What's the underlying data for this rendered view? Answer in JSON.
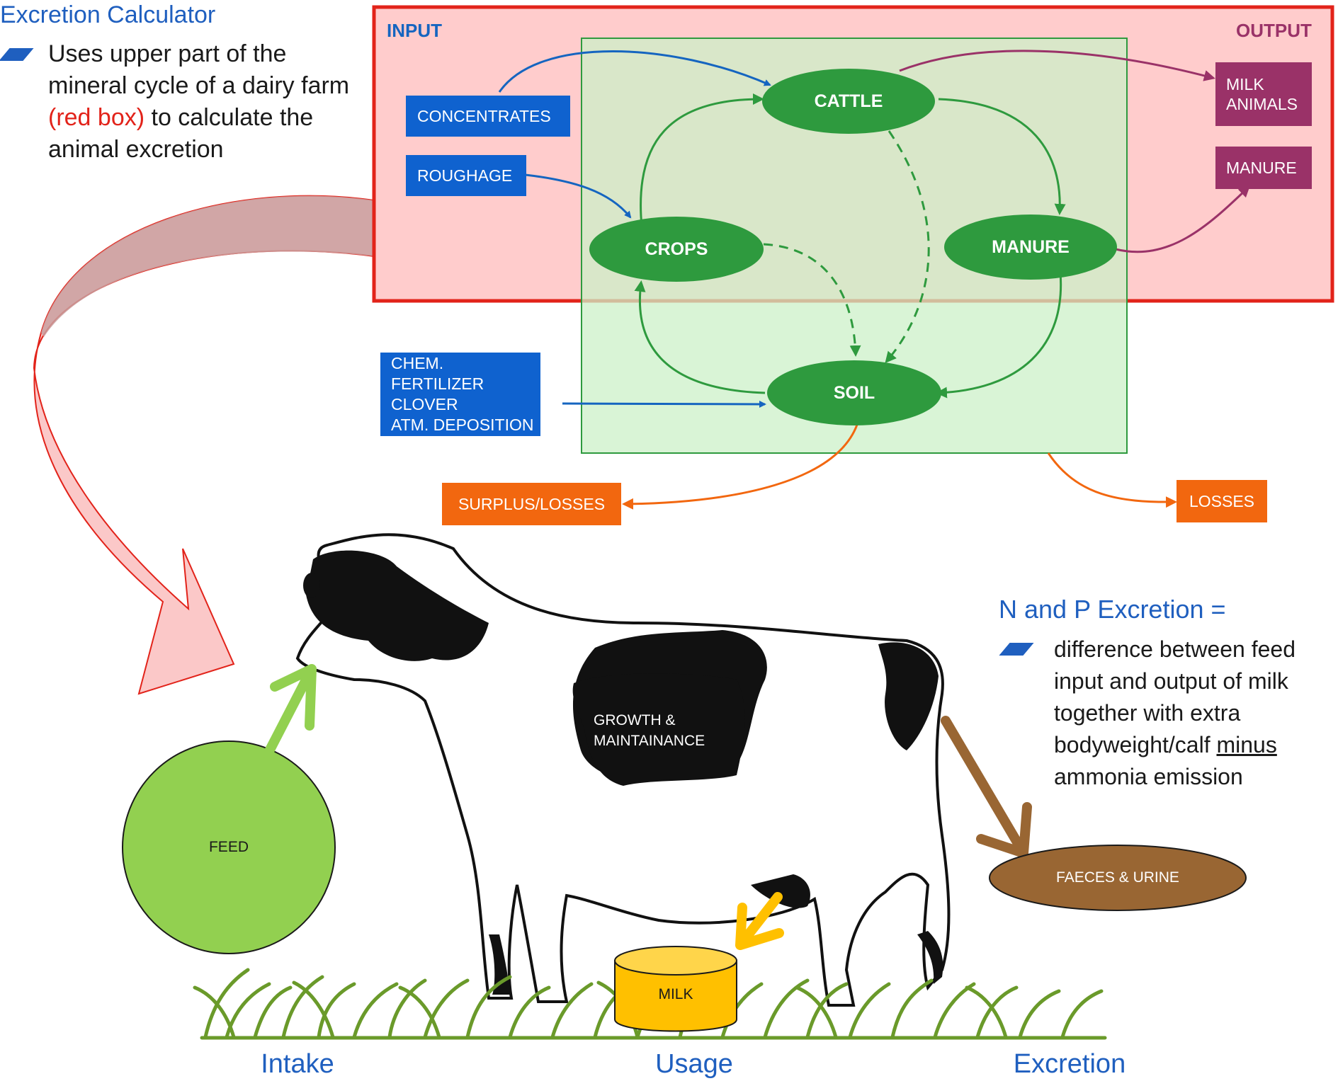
{
  "title": "Excretion Calculator",
  "intro": {
    "text_before": "Uses upper part of the mineral cycle of a dairy farm ",
    "highlight": "(red box)",
    "text_after": " to calculate the animal excretion"
  },
  "cycle": {
    "input_label": "INPUT",
    "output_label": "OUTPUT",
    "inputs": [
      "CONCENTRATES",
      "ROUGHAGE"
    ],
    "fertilizer_lines": [
      "CHEM. FERTILIZER",
      "CLOVER",
      "ATM. DEPOSITION"
    ],
    "nodes": {
      "cattle": "CATTLE",
      "crops": "CROPS",
      "manure": "MANURE",
      "soil": "SOIL"
    },
    "outputs": {
      "milk_animals": [
        "MILK",
        "ANIMALS"
      ],
      "manure": "MANURE"
    },
    "losses": {
      "surplus": "SURPLUS/LOSSES",
      "losses": "LOSSES"
    }
  },
  "cow": {
    "feed": "FEED",
    "growth": [
      "GROWTH &",
      "MAINTAINANCE"
    ],
    "milk": "MILK",
    "faeces": "FAECES & URINE"
  },
  "np": {
    "title": "N and P Excretion =",
    "text_before": "difference between feed input and output of milk together with extra bodyweight/calf ",
    "underlined": "minus",
    "text_after": " ammonia emission"
  },
  "bottom_labels": {
    "intake": "Intake",
    "usage": "Usage",
    "excretion": "Excretion"
  },
  "colors": {
    "blue_box": "#0f62cf",
    "purple_box": "#9a3268",
    "orange_box": "#f2670f",
    "green_node": "#2e9a3e",
    "red_frame": "#e2231a",
    "feed_green": "#92d050",
    "milk_yellow": "#ffc000",
    "faeces_brown": "#996633"
  }
}
